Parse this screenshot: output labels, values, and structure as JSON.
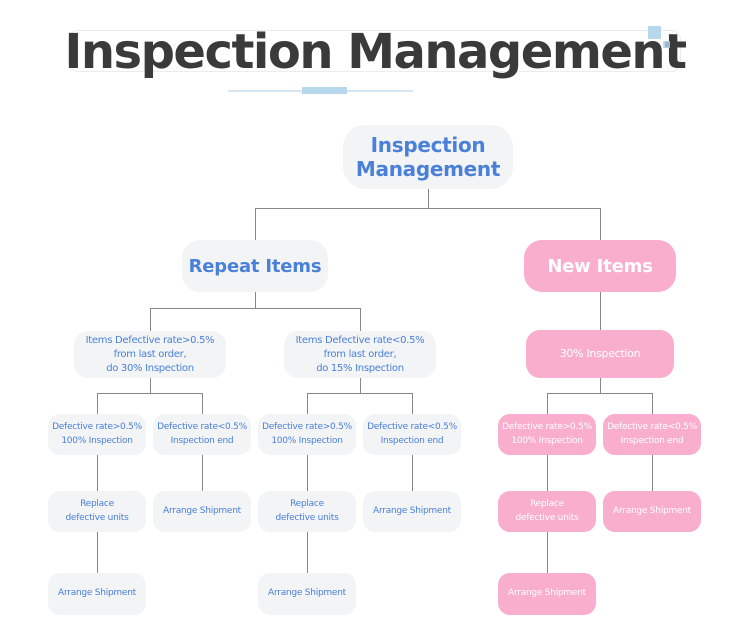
{
  "header": {
    "title": "Inspection Management",
    "decor_icon": "squares-accent-icon"
  },
  "colors": {
    "title_text": "#3a3a3a",
    "blue_text": "#4a80d8",
    "pink_fill": "#f9aecd",
    "gray_fill": "#f3f4f6",
    "connector": "#888888",
    "underline_light": "#d6e7f3",
    "underline_dark": "#b7d8ec"
  },
  "diagram": {
    "root": "Inspection\nManagement",
    "repeat_items": "Repeat Items",
    "new_items": "New Items",
    "repeat_high_rule": "Items Defective rate>0.5%\nfrom last order,\ndo 30% Inspection",
    "repeat_low_rule": "Items Defective rate<0.5%\nfrom last order,\ndo 15% Inspection",
    "new_rule": "30% Inspection",
    "defective_high": "Defective rate>0.5%\n100% Inspection",
    "defective_low": "Defective rate<0.5%\nInspection end",
    "replace_units": "Replace\ndefective units",
    "arrange_shipment": "Arrange Shipment"
  }
}
